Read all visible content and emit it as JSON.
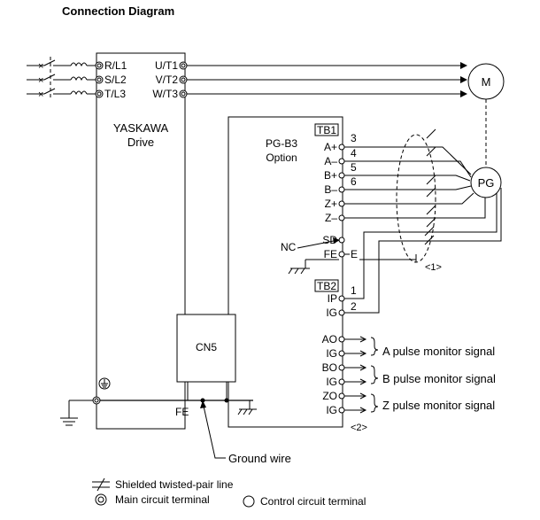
{
  "title": "Connection Diagram",
  "drive": {
    "brand": "YASKAWA",
    "label": "Drive",
    "inputs": [
      "R/L1",
      "S/L2",
      "T/L3"
    ],
    "outputs": [
      "U/T1",
      "V/T2",
      "W/T3"
    ],
    "cn5": "CN5",
    "fe": "FE"
  },
  "motor": {
    "label": "M"
  },
  "encoder": {
    "label": "PG"
  },
  "option": {
    "name": "PG-B3",
    "sub": "Option",
    "tb1": "TB1",
    "tb2": "TB2",
    "tb1_terminals": [
      "A+",
      "A–",
      "B+",
      "B–",
      "Z+",
      "Z–",
      "SD",
      "FE"
    ],
    "tb2_terminals": [
      "IP",
      "IG"
    ],
    "wire_numbers": [
      "3",
      "4",
      "5",
      "6",
      "1",
      "2"
    ],
    "nc": "NC",
    "e": "E",
    "note1": "<1>",
    "note2": "<2>",
    "monitor_terminals": [
      "AO",
      "IG",
      "BO",
      "IG",
      "ZO",
      "IG"
    ],
    "signals": [
      "A pulse monitor signal",
      "B pulse monitor signal",
      "Z pulse monitor signal"
    ]
  },
  "ground_wire": "Ground wire",
  "legend": {
    "shielded": "Shielded twisted-pair line",
    "main": "Main circuit terminal",
    "control": "Control circuit terminal"
  }
}
